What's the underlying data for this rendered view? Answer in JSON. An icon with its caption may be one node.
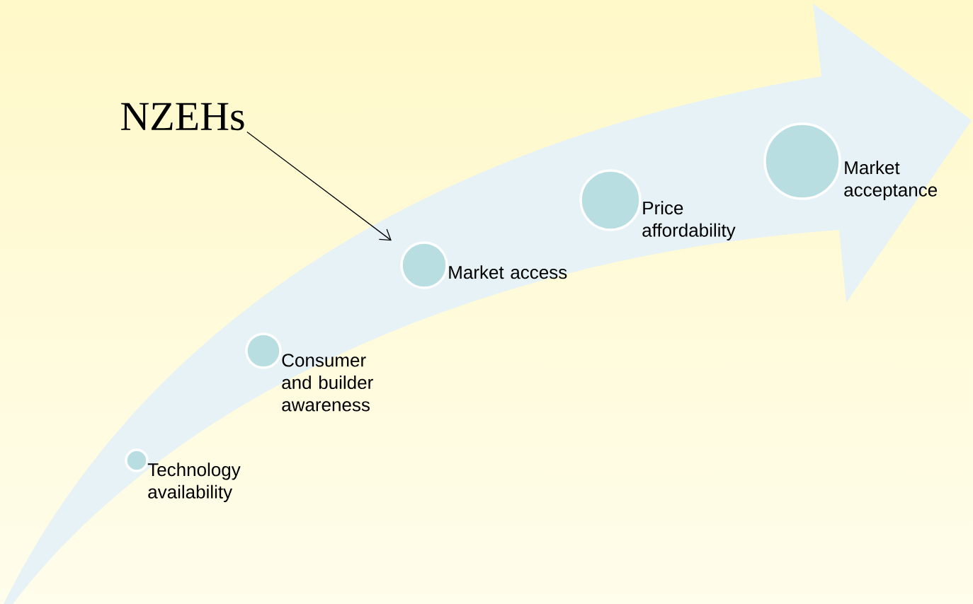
{
  "diagram": {
    "nodes": [
      {
        "text": [
          "NZEHs"
        ]
      },
      {
        "text": [],
        "shape": "circle",
        "beside": [
          "Technology availability"
        ]
      },
      {
        "text": [],
        "shape": "circle",
        "beside": [
          "Consumer and builder awareness"
        ]
      },
      {
        "text": [],
        "shape": "circle",
        "beside": [
          "Market access"
        ]
      },
      {
        "text": [],
        "shape": "circle",
        "beside": [
          "Price affordability"
        ]
      },
      {
        "text": [],
        "shape": "circle",
        "beside": [
          "Market acceptance"
        ]
      }
    ],
    "edges": [
      {
        "from": 0,
        "to": 3,
        "arrow": "to"
      }
    ]
  }
}
